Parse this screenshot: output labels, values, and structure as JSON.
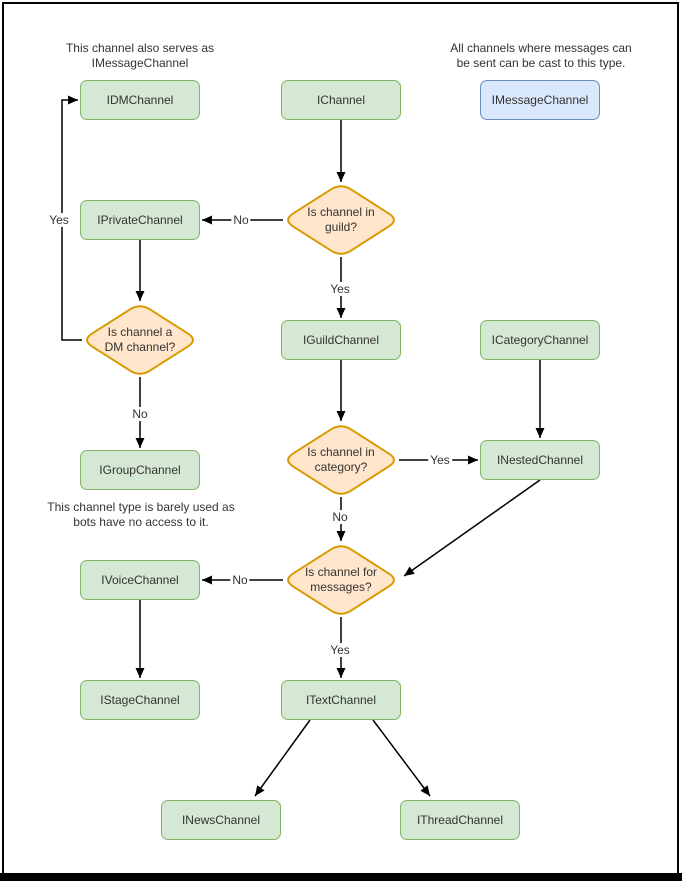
{
  "diagram": {
    "notes": {
      "dm_note": "This channel also serves as\nIMessageChannel",
      "message_note": "All channels where messages can\nbe sent can be cast to this type.",
      "group_note": "This channel type is barely used as\nbots have no access to it."
    },
    "nodes": {
      "idm": "IDMChannel",
      "ichannel": "IChannel",
      "imessage": "IMessageChannel",
      "iprivate": "IPrivateChannel",
      "iguild": "IGuildChannel",
      "icategory": "ICategoryChannel",
      "igroup": "IGroupChannel",
      "inested": "INestedChannel",
      "ivoice": "IVoiceChannel",
      "istage": "IStageChannel",
      "itext": "ITextChannel",
      "inews": "INewsChannel",
      "ithread": "IThreadChannel"
    },
    "decisions": {
      "in_guild": "Is channel in\nguild?",
      "is_dm": "Is channel a\nDM channel?",
      "in_category": "Is channel in\ncategory?",
      "for_messages": "Is channel for\nmessages?"
    },
    "edge_labels": {
      "loop_yes": "Yes",
      "guild_no": "No",
      "guild_yes": "Yes",
      "dm_no": "No",
      "category_yes": "Yes",
      "category_no": "No",
      "messages_no": "No",
      "messages_yes": "Yes"
    },
    "colors": {
      "node_fill": "#d5e8d4",
      "node_stroke": "#82b366",
      "decision_fill": "#ffe6cc",
      "decision_stroke": "#d79b00",
      "highlight_fill": "#dae8fc",
      "highlight_stroke": "#6c8ebf",
      "edge": "#000000"
    }
  }
}
